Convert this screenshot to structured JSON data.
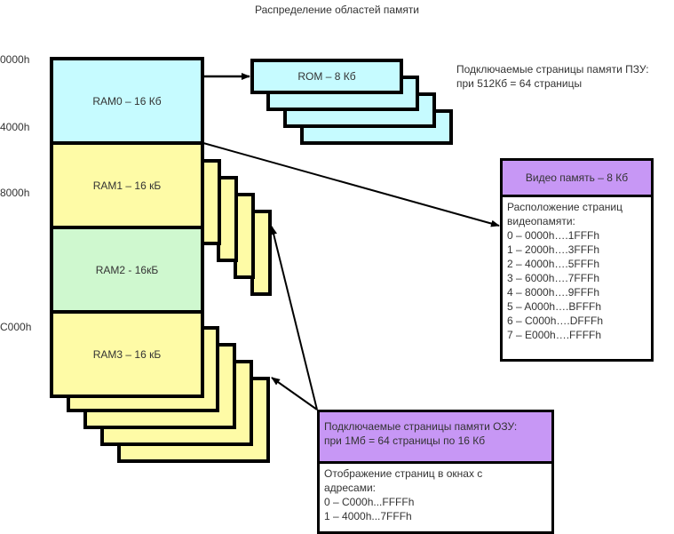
{
  "title": "Распределение областей памяти",
  "addresses": [
    "0000h",
    "4000h",
    "8000h",
    "C000h"
  ],
  "main_blocks": [
    {
      "label": "RAM0 – 16 Кб",
      "color": "#c6fbff"
    },
    {
      "label": "RAM1 – 16 кБ",
      "color": "#fefba6"
    },
    {
      "label": "RAM2 - 16кБ",
      "color": "#cff8cf"
    },
    {
      "label": "RAM3 – 16 кБ",
      "color": "#fefba6"
    }
  ],
  "rom": {
    "label": "ROM – 8 Кб",
    "note": [
      "Подключаемые страницы памяти ПЗУ:",
      "при 512Кб = 64 страницы"
    ]
  },
  "video": {
    "header": "Видео память  – 8 Кб",
    "lines": [
      "Расположение страниц",
      "видеопамяти:",
      "0 – 0000h….1FFFh",
      "1 – 2000h….3FFFh",
      "2 – 4000h….5FFFh",
      "3 – 6000h….7FFFh",
      "4 – 8000h….9FFFh",
      "5 – A000h….BFFFh",
      "6 – C000h….DFFFh",
      "7 – E000h….FFFFh"
    ]
  },
  "ram_pages": {
    "header": [
      "Подключаемые страницы памяти ОЗУ:",
      "при 1Мб = 64 страницы по 16 Кб"
    ],
    "lines": [
      "Отображение страниц в окнах с",
      "адресами:",
      "0 – C000h...FFFFh",
      "1 – 4000h...7FFFh"
    ]
  },
  "colors": {
    "cyan": "#c6fbff",
    "yellow": "#fefba6",
    "green": "#cff8cf",
    "purple": "#c797f5",
    "border": "#000000"
  }
}
